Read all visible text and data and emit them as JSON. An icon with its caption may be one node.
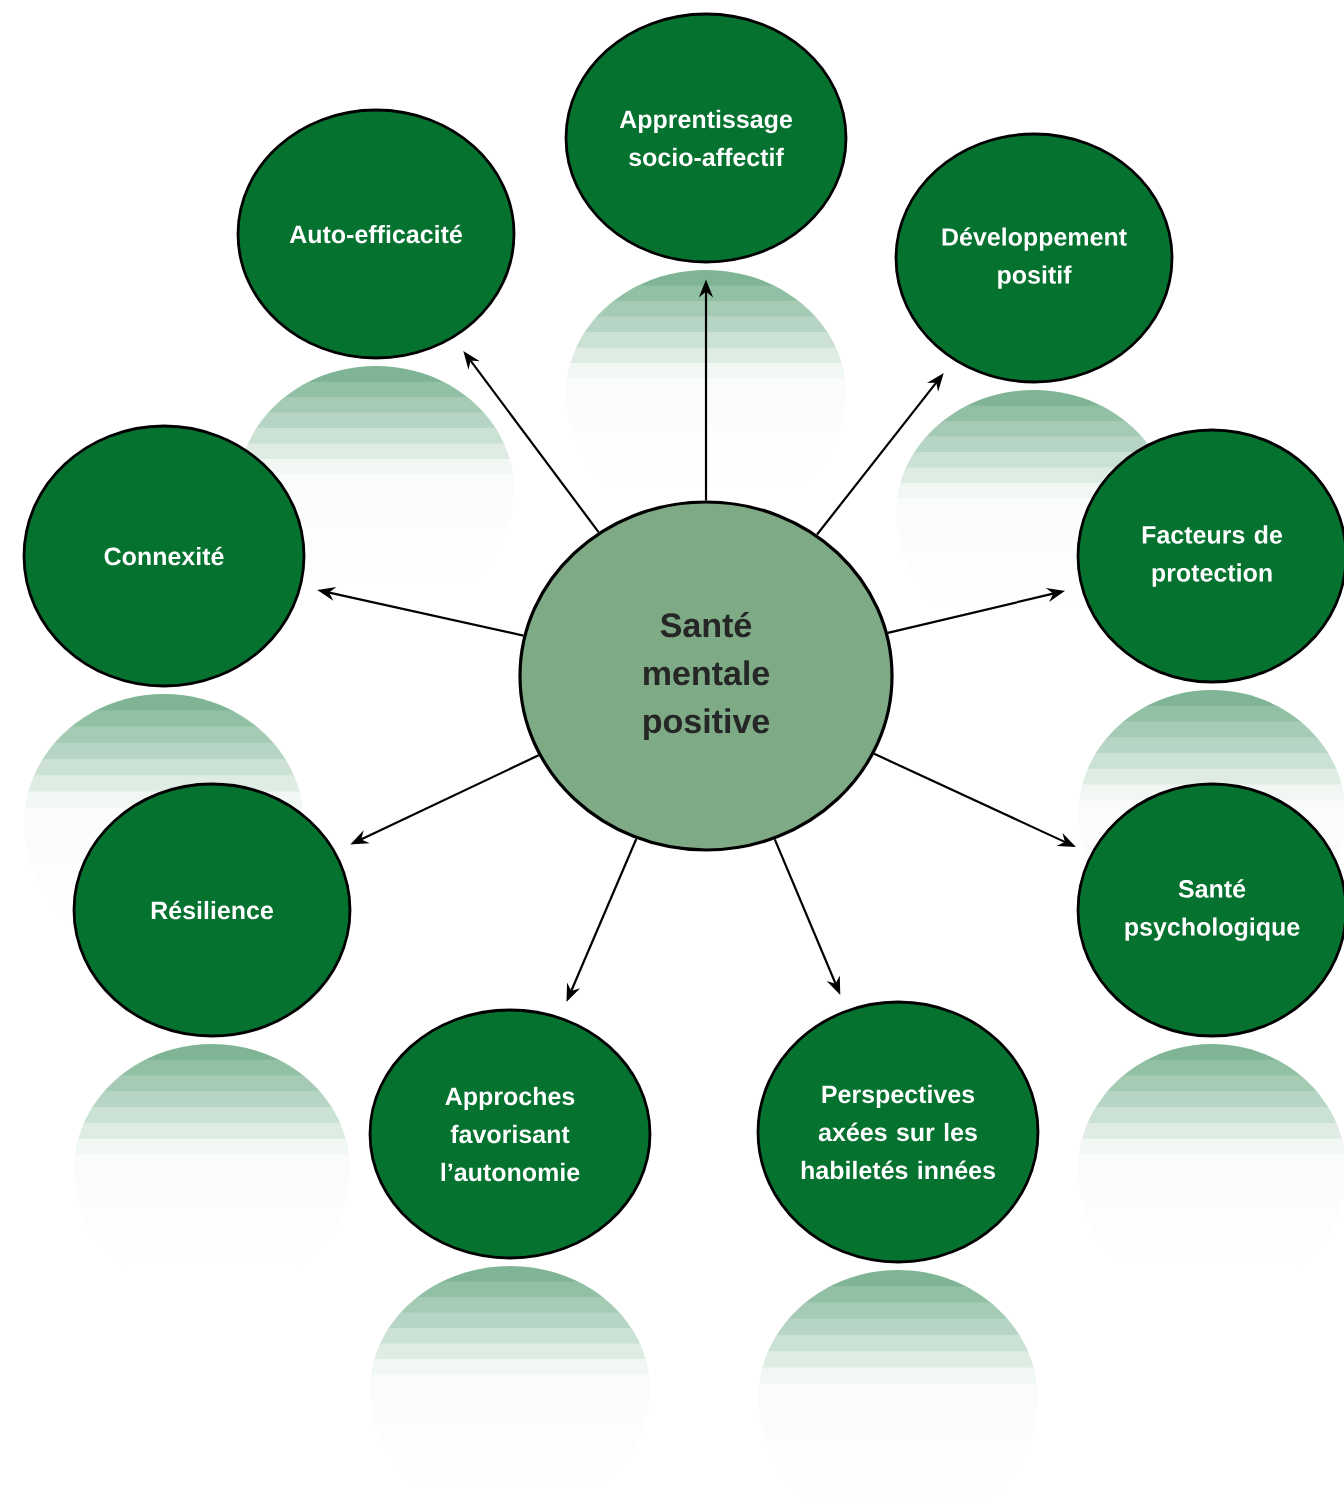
{
  "diagram": {
    "nodes": [
      {
        "text": [
          "Santé mentale positive"
        ]
      },
      {
        "text": [
          "Apprentissage socio-affectif"
        ]
      },
      {
        "text": [
          "Développement positif"
        ]
      },
      {
        "text": [
          "Facteurs de protection"
        ]
      },
      {
        "text": [
          "Santé psychologique"
        ]
      },
      {
        "text": [
          "Perspectives axées sur les habiletés innées"
        ]
      },
      {
        "text": [
          "Approches favorisant l’autonomie"
        ]
      },
      {
        "text": [
          "Résilience"
        ]
      },
      {
        "text": [
          "Connexité"
        ]
      },
      {
        "text": [
          "Auto-efficacité"
        ]
      }
    ],
    "edges": [
      {
        "from": 0,
        "to": 1,
        "arrow": "to"
      },
      {
        "from": 0,
        "to": 2,
        "arrow": "to"
      },
      {
        "from": 0,
        "to": 3,
        "arrow": "to"
      },
      {
        "from": 0,
        "to": 4,
        "arrow": "to"
      },
      {
        "from": 0,
        "to": 5,
        "arrow": "to"
      },
      {
        "from": 0,
        "to": 6,
        "arrow": "to"
      },
      {
        "from": 0,
        "to": 7,
        "arrow": "to"
      },
      {
        "from": 0,
        "to": 8,
        "arrow": "to"
      },
      {
        "from": 0,
        "to": 9,
        "arrow": "to"
      }
    ]
  }
}
